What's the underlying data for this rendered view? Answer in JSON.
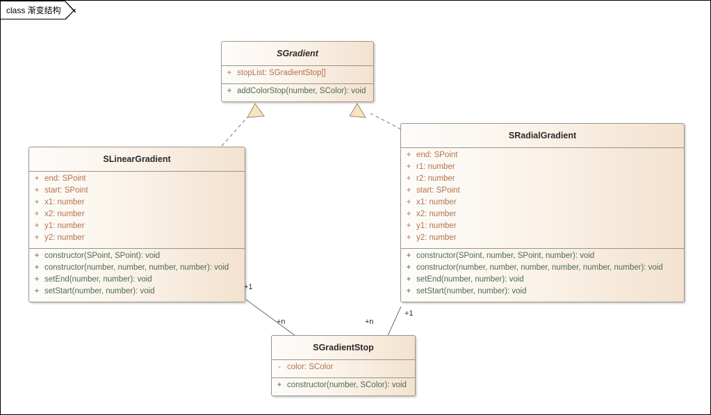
{
  "diagram": {
    "tab_label": "class 渐变结构",
    "background": "#ffffff",
    "border_color": "#000000",
    "box_border_color": "#9a9384",
    "attr_color": "#b5714a",
    "oper_color": "#4e6b4e",
    "title_color": "#2b2b2b"
  },
  "classes": {
    "sgradient": {
      "name": "SGradient",
      "abstract": true,
      "attributes": [
        {
          "visibility": "+",
          "text": "stopList: SGradientStop[]"
        }
      ],
      "operations": [
        {
          "visibility": "+",
          "text": "addColorStop(number, SColor): void"
        }
      ]
    },
    "slineargradient": {
      "name": "SLinearGradient",
      "abstract": false,
      "attributes": [
        {
          "visibility": "+",
          "text": "end: SPoint"
        },
        {
          "visibility": "+",
          "text": "start: SPoint"
        },
        {
          "visibility": "+",
          "text": "x1: number"
        },
        {
          "visibility": "+",
          "text": "x2: number"
        },
        {
          "visibility": "+",
          "text": "y1: number"
        },
        {
          "visibility": "+",
          "text": "y2: number"
        }
      ],
      "operations": [
        {
          "visibility": "+",
          "text": "constructor(SPoint, SPoint): void"
        },
        {
          "visibility": "+",
          "text": "constructor(number, number, number, number): void"
        },
        {
          "visibility": "+",
          "text": "setEnd(number, number): void"
        },
        {
          "visibility": "+",
          "text": "setStart(number, number): void"
        }
      ]
    },
    "sradialgradient": {
      "name": "SRadialGradient",
      "abstract": false,
      "attributes": [
        {
          "visibility": "+",
          "text": "end: SPoint"
        },
        {
          "visibility": "+",
          "text": "r1: number"
        },
        {
          "visibility": "+",
          "text": "r2: number"
        },
        {
          "visibility": "+",
          "text": "start: SPoint"
        },
        {
          "visibility": "+",
          "text": "x1: number"
        },
        {
          "visibility": "+",
          "text": "x2: number"
        },
        {
          "visibility": "+",
          "text": "y1: number"
        },
        {
          "visibility": "+",
          "text": "y2: number"
        }
      ],
      "operations": [
        {
          "visibility": "+",
          "text": "constructor(SPoint, number, SPoint, number): void"
        },
        {
          "visibility": "+",
          "text": "constructor(number, number, number, number, number, number): void"
        },
        {
          "visibility": "+",
          "text": "setEnd(number, number): void"
        },
        {
          "visibility": "+",
          "text": "setStart(number, number): void"
        }
      ]
    },
    "sgradientstop": {
      "name": "SGradientStop",
      "abstract": false,
      "attributes": [
        {
          "visibility": "-",
          "text": "color: SColor"
        }
      ],
      "operations": [
        {
          "visibility": "+",
          "text": "constructor(number, SColor): void"
        }
      ]
    }
  },
  "relationships": {
    "realization_linear_to_gradient": {
      "type": "realization",
      "from": "SLinearGradient",
      "to": "SGradient"
    },
    "realization_radial_to_gradient": {
      "type": "realization",
      "from": "SRadialGradient",
      "to": "SGradient"
    },
    "assoc_linear_stop": {
      "type": "association",
      "from": "SLinearGradient",
      "to": "SGradientStop",
      "source_multiplicity": "+1",
      "target_multiplicity": "+n"
    },
    "assoc_radial_stop": {
      "type": "association",
      "from": "SRadialGradient",
      "to": "SGradientStop",
      "source_multiplicity": "+1",
      "target_multiplicity": "+n"
    }
  }
}
